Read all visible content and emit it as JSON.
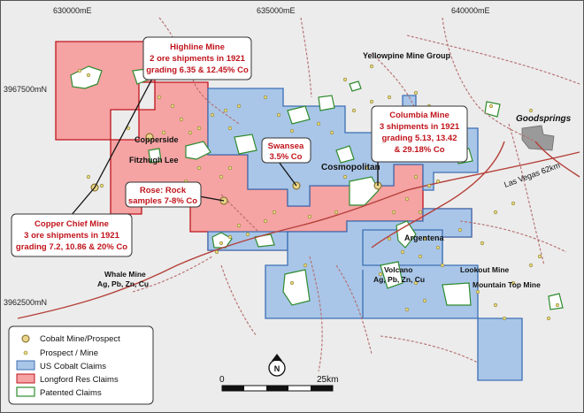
{
  "grid": {
    "easting_labels": [
      "630000mE",
      "635000mE",
      "640000mE"
    ],
    "northing_labels": [
      "3967500mN",
      "3962500mN"
    ]
  },
  "places": {
    "yellowpine": "Yellowpine Mine Group",
    "goodsprings": "Goodsprings",
    "copperside": "Copperside",
    "fitzhugh": "Fitzhugh Lee",
    "cosmopolitan": "Cosmopolitan",
    "argentena": "Argentena",
    "whale_line1": "Whale Mine",
    "whale_line2": "Ag, Pb, Zn, Cu",
    "volcano_line1": "Volcano",
    "volcano_line2": "Ag, Pb, Zn, Cu",
    "lookout": "Lookout Mine",
    "mountain_top": "Mountain Top Mine"
  },
  "road": {
    "label": "Las Vegas 62km"
  },
  "callouts": {
    "highline": {
      "line1": "Highline Mine",
      "line2": "2 ore shipments in 1921",
      "line3": "grading 6.35 & 12.45% Co"
    },
    "swansea": {
      "line1": "Swansea",
      "line2": "3.5% Co"
    },
    "rose": {
      "line1": "Rose: Rock",
      "line2": "samples 7-8% Co"
    },
    "columbia": {
      "line1": "Columbia Mine",
      "line2": "3 shipments in 1921",
      "line3": "grading 5.13, 13.42",
      "line4": "& 29.18% Co"
    },
    "copper_chief": {
      "line1": "Copper Chief Mine",
      "line2": "3 ore shipments in 1921",
      "line3": "grading 7.2, 10.86 & 20% Co"
    }
  },
  "legend": {
    "items": [
      {
        "label": "Cobalt Mine/Prospect",
        "symbol": "cobalt-dot"
      },
      {
        "label": "Prospect / Mine",
        "symbol": "prospect-dot"
      },
      {
        "label": "US Cobalt Claims",
        "symbol": "blue-box"
      },
      {
        "label": "Longford Res Claims",
        "symbol": "red-box"
      },
      {
        "label": "Patented Claims",
        "symbol": "green-box"
      }
    ]
  },
  "scale": {
    "start": "0",
    "end": "25km"
  },
  "north_arrow": {
    "label": "N"
  },
  "colors": {
    "background": "#ececec",
    "us_cobalt_fill": "#a9c6e8",
    "us_cobalt_stroke": "#3d6fb4",
    "longford_fill": "#f5a3a3",
    "longford_stroke": "#c0141c",
    "patented_stroke": "#2e8b2e",
    "cobalt_dot": "#e8d48a",
    "prospect_dot": "#e6dc80",
    "trail": "#b56b6b",
    "road": "#b5403a",
    "callout_text": "#c0141c"
  }
}
